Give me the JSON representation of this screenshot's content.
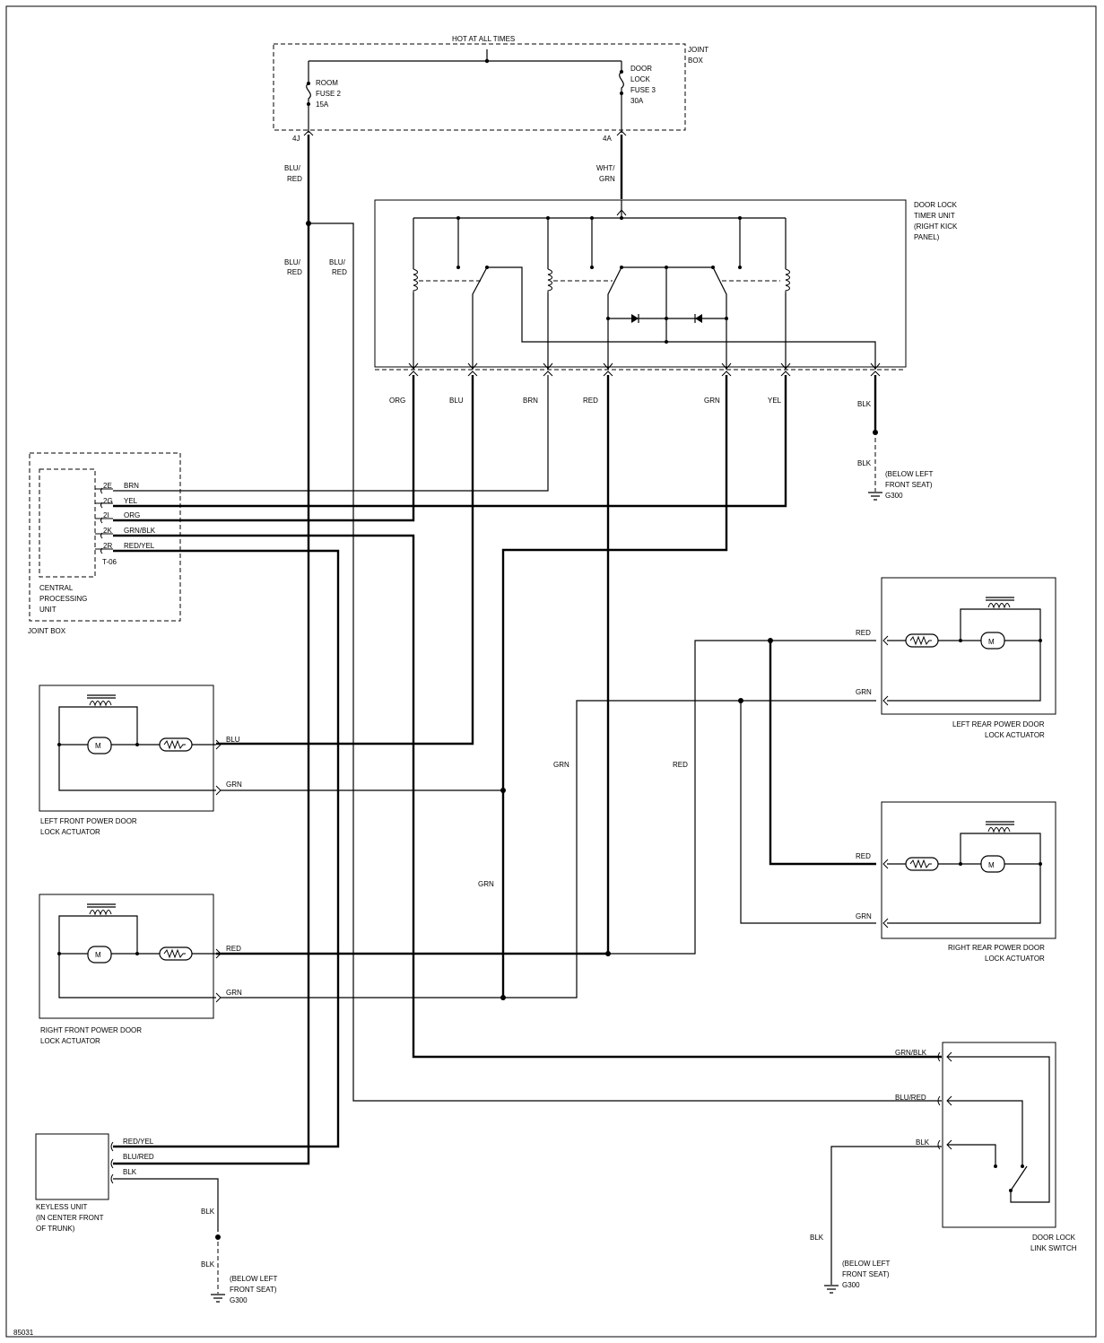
{
  "labels": {
    "hot_at_all_times": "HOT AT ALL TIMES",
    "joint_box_top": [
      "JOINT",
      "BOX"
    ],
    "room_fuse": [
      "ROOM",
      "FUSE 2",
      "15A"
    ],
    "door_lock_fuse": [
      "DOOR",
      "LOCK",
      "FUSE 3",
      "30A"
    ],
    "pin_4j": "4J",
    "pin_4a": "4A",
    "wire_blu_red_top": [
      "BLU/",
      "RED"
    ],
    "wire_wht_grn": [
      "WHT/",
      "GRN"
    ],
    "wire_blu_red_left": [
      "BLU/",
      "RED"
    ],
    "wire_blu_red_right": [
      "BLU/",
      "RED"
    ],
    "timer_unit": [
      "DOOR LOCK",
      "TIMER UNIT",
      "(RIGHT KICK",
      "PANEL)"
    ],
    "timer_outputs": [
      "ORG",
      "BLU",
      "BRN",
      "RED",
      "GRN",
      "YEL"
    ],
    "blk_timer_1": "BLK",
    "blk_timer_2": "BLK",
    "ground_timer": [
      "(BELOW LEFT",
      "FRONT SEAT)",
      "G300"
    ],
    "cpu_pins": [
      "2E",
      "2G",
      "2I",
      "2K",
      "2R"
    ],
    "cpu_wires": [
      "BRN",
      "YEL",
      "ORG",
      "GRN/BLK",
      "RED/YEL"
    ],
    "cpu_connector": "T-06",
    "cpu_name": [
      "CENTRAL",
      "PROCESSING",
      "UNIT"
    ],
    "cpu_box": "JOINT BOX",
    "lf_wires": [
      "BLU",
      "GRN"
    ],
    "lf_name": [
      "LEFT FRONT POWER DOOR",
      "LOCK ACTUATOR"
    ],
    "rf_wires": [
      "RED",
      "GRN"
    ],
    "rf_name": [
      "RIGHT FRONT POWER DOOR",
      "LOCK ACTUATOR"
    ],
    "lr_wires": [
      "RED",
      "GRN"
    ],
    "lr_name": [
      "LEFT REAR POWER DOOR",
      "LOCK ACTUATOR"
    ],
    "rr_wires": [
      "RED",
      "GRN"
    ],
    "rr_name": [
      "RIGHT REAR POWER DOOR",
      "LOCK ACTUATOR"
    ],
    "mid_grn": "GRN",
    "mid_red": "RED",
    "mid_grn_low": "GRN",
    "link_wires": [
      "GRN/BLK",
      "BLU/RED",
      "BLK"
    ],
    "link_name": [
      "DOOR LOCK",
      "LINK SWITCH"
    ],
    "blk_link": "BLK",
    "ground_link": [
      "(BELOW LEFT",
      "FRONT SEAT)",
      "G300"
    ],
    "keyless_wires": [
      "RED/YEL",
      "BLU/RED",
      "BLK"
    ],
    "keyless_name": [
      "KEYLESS UNIT",
      "(IN CENTER FRONT",
      "OF TRUNK)"
    ],
    "blk_keyless_1": "BLK",
    "blk_keyless_2": "BLK",
    "ground_keyless": [
      "(BELOW LEFT",
      "FRONT SEAT)",
      "G300"
    ],
    "motor_letter": "M",
    "figure_id": "85031"
  }
}
